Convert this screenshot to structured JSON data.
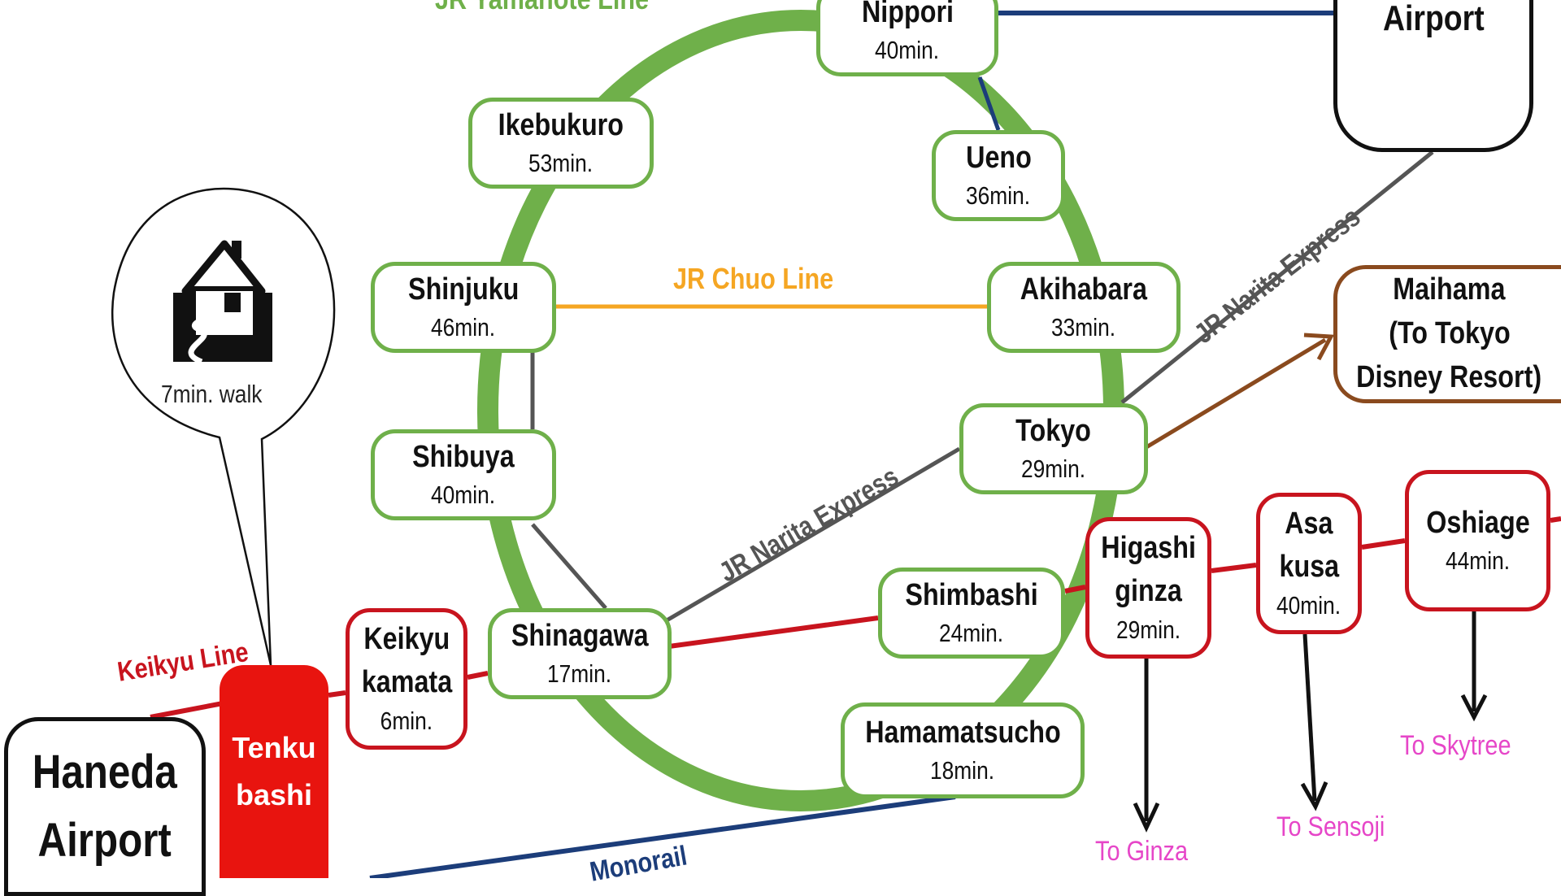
{
  "lines": {
    "yamanote": "JR Yamanote Line",
    "chuo": "JR Chuo Line",
    "narita_express_top": "JR Narita Express",
    "narita_express_mid": "JR Narita Express",
    "keikyu": "Keikyu Line",
    "monorail": "Monorail"
  },
  "stations": {
    "nippori": {
      "name": "Nippori",
      "time": "40min."
    },
    "ikebukuro": {
      "name": "Ikebukuro",
      "time": "53min."
    },
    "ueno": {
      "name": "Ueno",
      "time": "36min."
    },
    "shinjuku": {
      "name": "Shinjuku",
      "time": "46min."
    },
    "akihabara": {
      "name": "Akihabara",
      "time": "33min."
    },
    "shibuya": {
      "name": "Shibuya",
      "time": "40min."
    },
    "tokyo": {
      "name": "Tokyo",
      "time": "29min."
    },
    "shimbashi": {
      "name": "Shimbashi",
      "time": "24min."
    },
    "shinagawa": {
      "name": "Shinagawa",
      "time": "17min."
    },
    "hamamatsucho": {
      "name": "Hamamatsucho",
      "time": "18min."
    },
    "keikyu_kamata": {
      "name_1": "Keikyu",
      "name_2": "kamata",
      "time": "6min."
    },
    "higashi_ginza": {
      "name_1": "Higashi",
      "name_2": "ginza",
      "time": "29min."
    },
    "asakusa": {
      "name_1": "Asa",
      "name_2": "kusa",
      "time": "40min."
    },
    "oshiage": {
      "name": "Oshiage",
      "time": "44min."
    },
    "tenkubashi": {
      "name_1": "Tenku",
      "name_2": "bashi"
    }
  },
  "maihama": {
    "line_1": "Maihama",
    "line_2": "(To Tokyo",
    "line_3": "Disney Resort)"
  },
  "haneda": {
    "line_1": "Haneda",
    "line_2": "Airport"
  },
  "narita": {
    "label": "Airport",
    "icon": "airplane-icon"
  },
  "home": {
    "walk": "7min. walk",
    "icon": "house-icon"
  },
  "destinations": {
    "ginza": "To Ginza",
    "sensoji": "To Sensoji",
    "skytree": "To Skytree"
  },
  "colors": {
    "yamanote": "#6fb04a",
    "chuo": "#f5a623",
    "narita": "#555555",
    "keikyu": "#c8141e",
    "monorail": "#1c3d7a",
    "maihama": "#8a4a1e",
    "destination": "#e646c8"
  }
}
